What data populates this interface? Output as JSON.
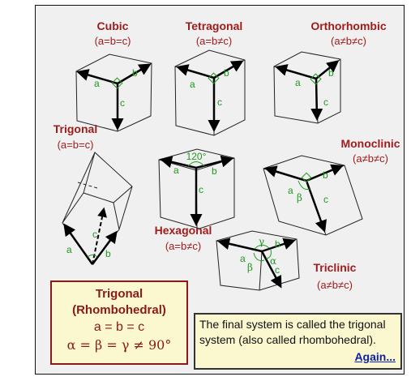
{
  "systems": [
    {
      "key": "cubic",
      "name": "Cubic",
      "params": "(a=b=c)",
      "axes": [
        "a",
        "b",
        "c"
      ]
    },
    {
      "key": "tetragonal",
      "name": "Tetragonal",
      "params": "(a=b≠c)",
      "axes": [
        "a",
        "b",
        "c"
      ]
    },
    {
      "key": "orthorhombic",
      "name": "Orthorhombic",
      "params": "(a≠b≠c)",
      "axes": [
        "a",
        "b",
        "c"
      ]
    },
    {
      "key": "trigonal",
      "name": "Trigonal",
      "params": "(a=b=c)",
      "axes": [
        "a",
        "b",
        "c"
      ]
    },
    {
      "key": "hexagonal",
      "name": "Hexagonal",
      "params": "(a=b≠c)",
      "axes": [
        "a",
        "b",
        "c"
      ],
      "angle": "120°"
    },
    {
      "key": "monoclinic",
      "name": "Monoclinic",
      "params": "(a≠b≠c)",
      "axes": [
        "a",
        "b",
        "c"
      ],
      "angle": "β"
    },
    {
      "key": "triclinic",
      "name": "Triclinic",
      "params": "(a≠b≠c)",
      "axes": [
        "a",
        "b",
        "c"
      ],
      "angles": [
        "γ",
        "β",
        "α"
      ]
    }
  ],
  "summary_box": {
    "title_line1": "Trigonal",
    "title_line2": "(Rhombohedral)",
    "equation_lengths": "a = b = c",
    "equation_angles": "α = β = γ ≠ 90°"
  },
  "note_box": {
    "text": "The final system is called the trigonal system (also called rhombohedral).",
    "link_label": "Again..."
  },
  "colors": {
    "label": "#a01c1c",
    "axis_label": "#1f9a1f",
    "panel_bg": "#f0f0f0",
    "box_bg": "#fbf7cf",
    "link": "#0a1fb0"
  }
}
